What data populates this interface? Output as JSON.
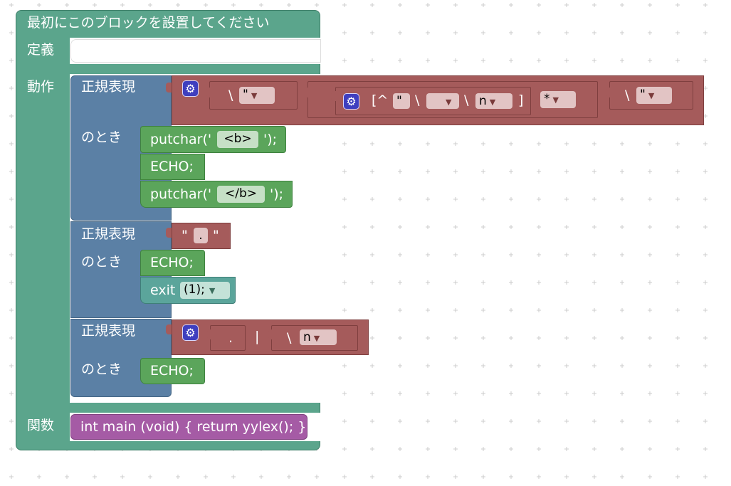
{
  "main_block": {
    "header": "最初にこのブロックを設置してください",
    "definitions_label": "定義",
    "definitions_value": "",
    "actions_label": "動作",
    "functions_label": "関数",
    "function_code": "int main (void) { return yylex(); }"
  },
  "rule1": {
    "regex_label": "正規表現",
    "when_label": "のとき",
    "pattern": {
      "group1_escape": "\\",
      "group1_char": "\"",
      "class_open": "[^",
      "class_item1": "\"",
      "class_escape1": "\\",
      "class_item2": "",
      "class_escape2": "\\",
      "class_item3": "n",
      "class_close": "]",
      "repeat": "*",
      "group3_escape": "\\",
      "group3_char": "\""
    },
    "actions": [
      {
        "prefix": "putchar('",
        "value": "<b>",
        "suffix": "');"
      },
      {
        "text": "ECHO;"
      },
      {
        "prefix": "putchar('",
        "value": "</b>",
        "suffix": "');"
      }
    ]
  },
  "rule2": {
    "regex_label": "正規表現",
    "when_label": "のとき",
    "pattern": {
      "open_quote": "\"",
      "char": ".",
      "close_quote": "\""
    },
    "actions": [
      {
        "text": "ECHO;"
      },
      {
        "prefix": "exit",
        "value": "(1);"
      }
    ]
  },
  "rule3": {
    "regex_label": "正規表現",
    "when_label": "のとき",
    "pattern": {
      "any": ".",
      "or": "|",
      "escape": "\\",
      "char": "n"
    },
    "actions": [
      {
        "text": "ECHO;"
      }
    ]
  },
  "colors": {
    "teal": "#5ba58c",
    "blue": "#5b80a5",
    "green": "#5ba55b",
    "red": "#a55b5b",
    "purple": "#a55ba5",
    "gear": "#3f3fbf"
  },
  "icons": {
    "gear": "gear-icon",
    "dropdown": "dropdown-arrow-icon",
    "grid": "plus-grid"
  }
}
